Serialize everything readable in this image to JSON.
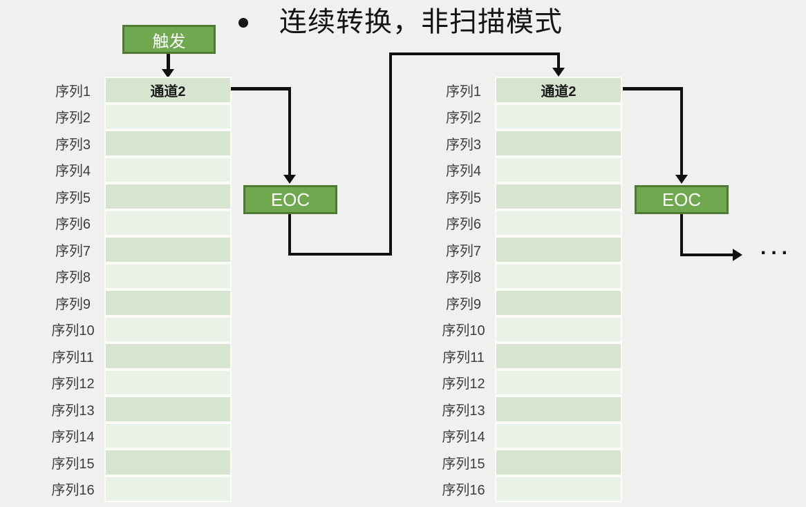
{
  "title": {
    "text": "连续转换，非扫描模式"
  },
  "trigger": {
    "label": "触发"
  },
  "eoc": {
    "label": "EOC"
  },
  "ellipsis_label": "...",
  "colors": {
    "bg": "#f0f0ee",
    "green": "#6fa84f",
    "green-border": "#4e7a31",
    "row-dark": "#d7e4cf",
    "row-light": "#eaf1e6",
    "cell-border": "#fbfbf8",
    "line": "#111111",
    "label-ink": "#3d3d3d"
  },
  "tables": [
    {
      "name": "sequence-table-left",
      "rows": [
        {
          "label": "序列1",
          "value": "通道2"
        },
        {
          "label": "序列2",
          "value": ""
        },
        {
          "label": "序列3",
          "value": ""
        },
        {
          "label": "序列4",
          "value": ""
        },
        {
          "label": "序列5",
          "value": ""
        },
        {
          "label": "序列6",
          "value": ""
        },
        {
          "label": "序列7",
          "value": ""
        },
        {
          "label": "序列8",
          "value": ""
        },
        {
          "label": "序列9",
          "value": ""
        },
        {
          "label": "序列10",
          "value": ""
        },
        {
          "label": "序列11",
          "value": ""
        },
        {
          "label": "序列12",
          "value": ""
        },
        {
          "label": "序列13",
          "value": ""
        },
        {
          "label": "序列14",
          "value": ""
        },
        {
          "label": "序列15",
          "value": ""
        },
        {
          "label": "序列16",
          "value": ""
        }
      ]
    },
    {
      "name": "sequence-table-right",
      "rows": [
        {
          "label": "序列1",
          "value": "通道2"
        },
        {
          "label": "序列2",
          "value": ""
        },
        {
          "label": "序列3",
          "value": ""
        },
        {
          "label": "序列4",
          "value": ""
        },
        {
          "label": "序列5",
          "value": ""
        },
        {
          "label": "序列6",
          "value": ""
        },
        {
          "label": "序列7",
          "value": ""
        },
        {
          "label": "序列8",
          "value": ""
        },
        {
          "label": "序列9",
          "value": ""
        },
        {
          "label": "序列10",
          "value": ""
        },
        {
          "label": "序列11",
          "value": ""
        },
        {
          "label": "序列12",
          "value": ""
        },
        {
          "label": "序列13",
          "value": ""
        },
        {
          "label": "序列14",
          "value": ""
        },
        {
          "label": "序列15",
          "value": ""
        },
        {
          "label": "序列16",
          "value": ""
        }
      ]
    }
  ]
}
